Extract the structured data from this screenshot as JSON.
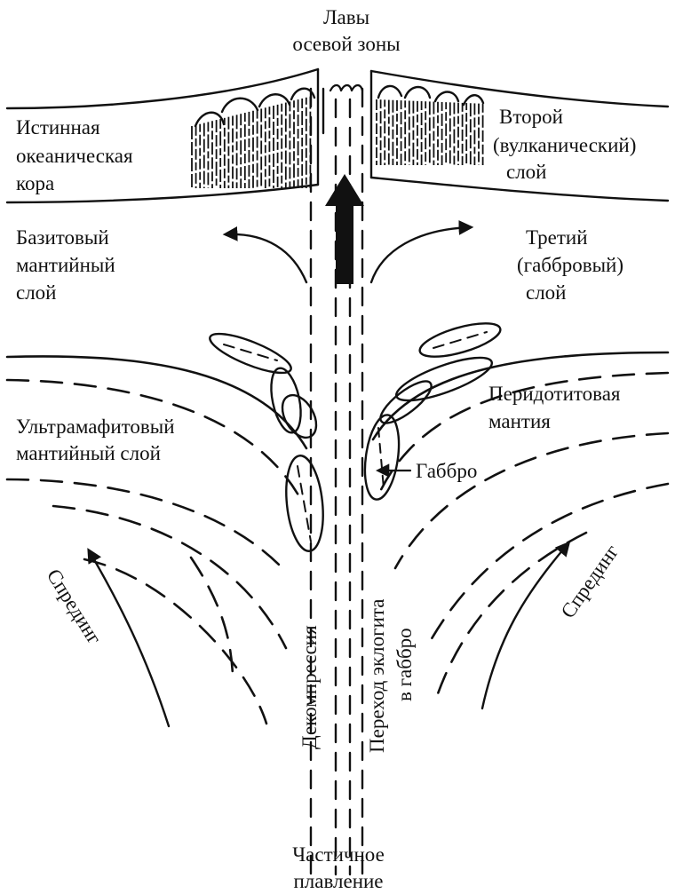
{
  "labels": {
    "axial_lavas_1": "Лавы",
    "axial_lavas_2": "осевой зоны",
    "true_crust_1": "Истинная",
    "true_crust_2": "океаническая",
    "true_crust_3": "кора",
    "second_layer_1": "Второй",
    "second_layer_2": "(вулканический)",
    "second_layer_3": "слой",
    "basite_layer_1": "Базитовый",
    "basite_layer_2": "мантийный",
    "basite_layer_3": "слой",
    "third_layer_1": "Третий",
    "third_layer_2": "(габбровый)",
    "third_layer_3": "слой",
    "peridotite_1": "Перидотитовая",
    "peridotite_2": "мантия",
    "ultramafic_1": "Ультрамафитовый",
    "ultramafic_2": "мантийный слой",
    "gabbro": "Габбро",
    "spreading_left": "Спрединг",
    "spreading_right": "Спрединг",
    "decompression": "Декомпрессия",
    "eclogite_1": "Переход эклогита",
    "eclogite_2": "в габбро",
    "partial_melting_1": "Частичное",
    "partial_melting_2": "плавление"
  },
  "colors": {
    "ink": "#111111",
    "background": "#ffffff"
  }
}
